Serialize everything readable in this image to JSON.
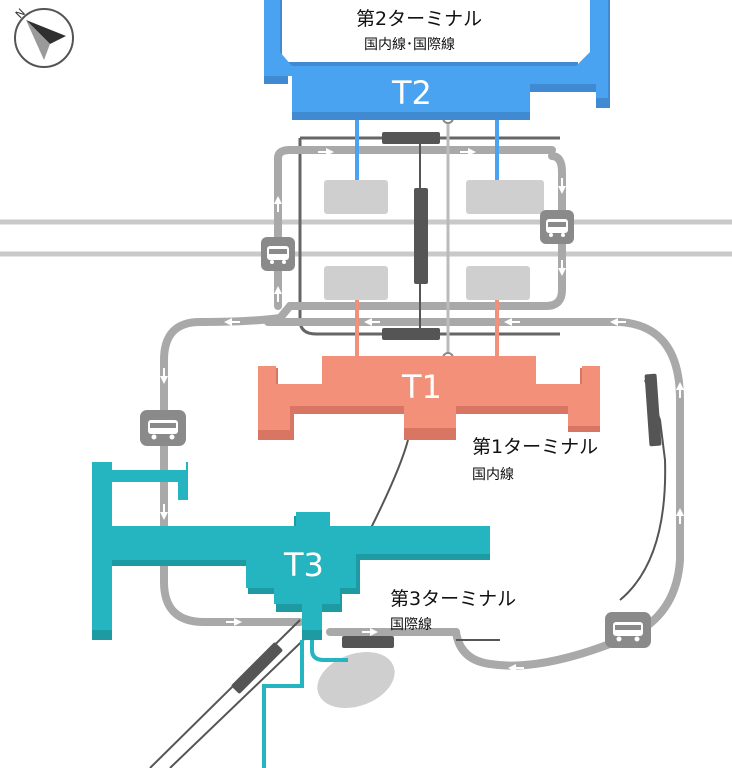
{
  "compass": {
    "north_label": "N",
    "icon": "compass-icon"
  },
  "terminals": {
    "t1": {
      "code": "T1",
      "name": "第1ターミナル",
      "sub": "国内線",
      "color": "#f39079"
    },
    "t2": {
      "code": "T2",
      "name": "第2ターミナル",
      "sub": "国内線･国際線",
      "color": "#4aa3f0"
    },
    "t3": {
      "code": "T3",
      "name": "第3ターミナル",
      "sub": "国際線",
      "color": "#25b5c0"
    }
  },
  "bus_stops": [
    {
      "name": "bus-stop-t2-right",
      "icon": "bus-icon"
    },
    {
      "name": "bus-stop-t2-left",
      "icon": "bus-icon"
    },
    {
      "name": "bus-stop-t3-left",
      "icon": "bus-icon"
    },
    {
      "name": "bus-stop-bottom-right",
      "icon": "bus-icon"
    }
  ],
  "colors": {
    "road": "#a9a9a9",
    "rail": "#555555",
    "parking": "#cfcfcf",
    "rail_block": "#555555"
  }
}
